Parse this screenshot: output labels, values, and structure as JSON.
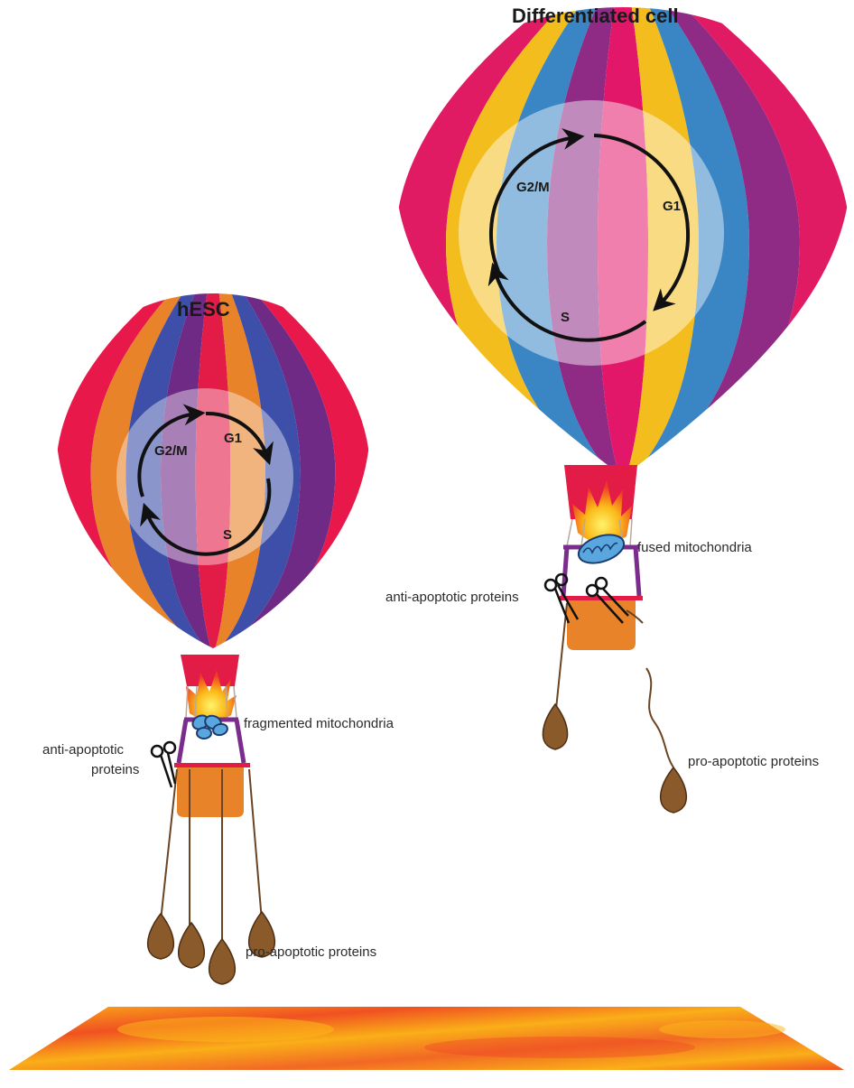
{
  "hesc": {
    "title": "hESC",
    "phases": {
      "g2m": "G2/M",
      "g1": "G1",
      "s": "S"
    },
    "mito_label": "fragmented mitochondria",
    "anti_line1": "anti-apoptotic",
    "anti_line2": "proteins",
    "pro_label": "pro-apoptotic proteins",
    "stripe_colors": [
      "#e8194a",
      "#e8832a",
      "#3d4fa8",
      "#6f2a86",
      "#e31c47",
      "#e8832a",
      "#3d4fa8",
      "#6f2a86",
      "#e8194a"
    ]
  },
  "diff": {
    "title": "Differentiated cell",
    "phases": {
      "g2m": "G2/M",
      "g1": "G1",
      "s": "S"
    },
    "mito_label": "fused mitochondria",
    "anti_label": "anti-apoptotic proteins",
    "pro_label": "pro-apoptotic proteins",
    "stripe_colors": [
      "#e01b63",
      "#f3bd1d",
      "#3a86c5",
      "#8f2a85",
      "#e3176a",
      "#f3bd1d",
      "#3a86c5",
      "#8f2a85",
      "#e01b63"
    ]
  },
  "colors": {
    "lava_red": "#ee3b24",
    "lava_orange": "#f7941d",
    "lava_yellow": "#fbb817",
    "basket": "#e8832a",
    "sandbag": "#8b5a2b",
    "mito": "#5aa6df",
    "frame": "#7a2d8c",
    "rim": "#e31c47"
  }
}
